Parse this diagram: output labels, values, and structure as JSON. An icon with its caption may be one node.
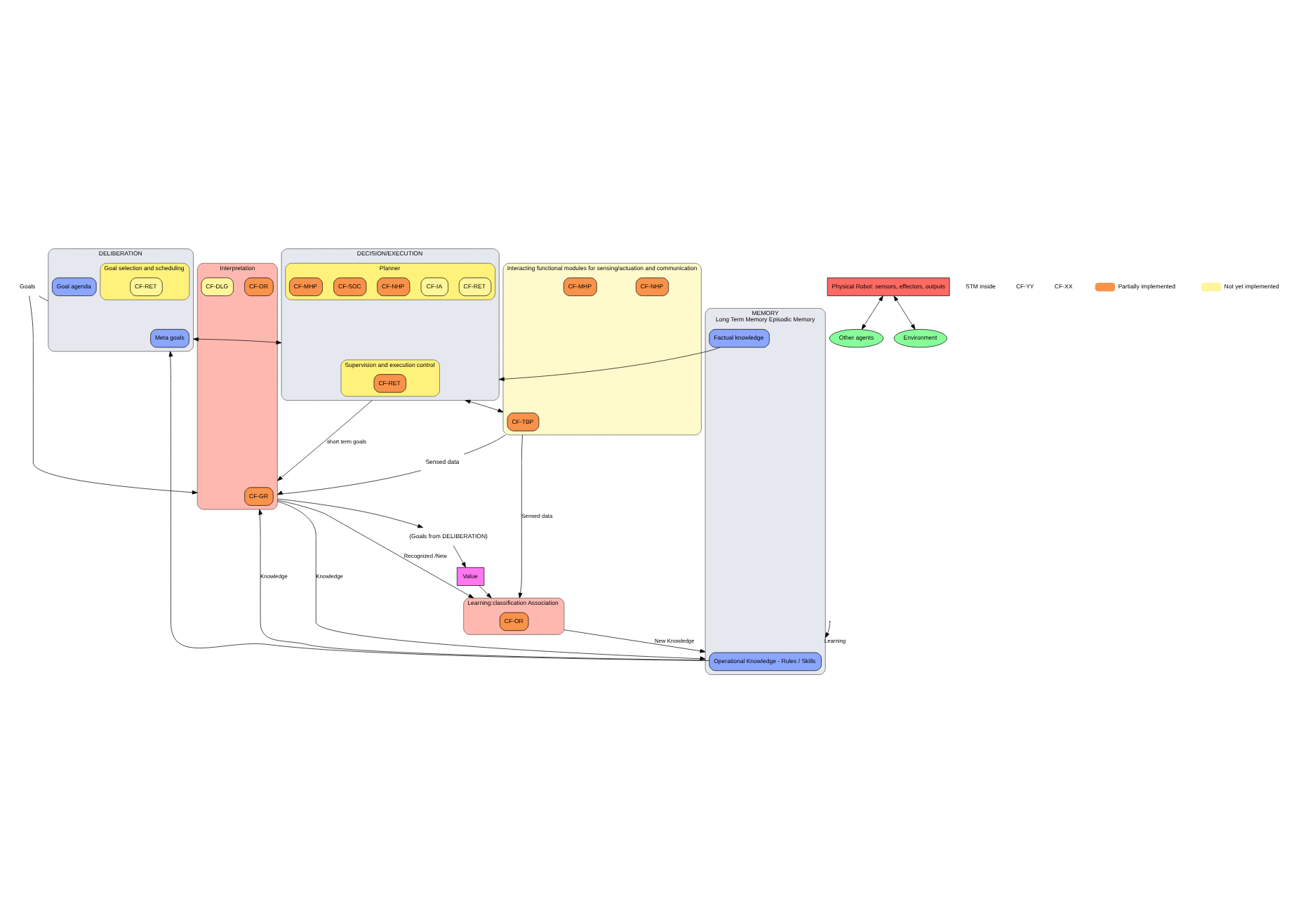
{
  "diagram": {
    "nodes": [
      {
        "text": [
          "Goals"
        ]
      },
      {
        "text": [
          "MEMORY",
          "Long Term Memory Episodic Memory"
        ]
      },
      {
        "text": [
          "Operational Knowledge - Rules / Skills"
        ],
        "in": 1
      },
      {
        "text": [
          "Factual knowledge"
        ],
        "in": 1
      },
      {
        "text": [
          "DELIBERATION"
        ]
      },
      {
        "text": [
          "Meta goals"
        ],
        "in": 4
      },
      {
        "text": [
          "Goal selection and scheduling"
        ],
        "in": 4
      },
      {
        "text": [
          "CF-RET"
        ],
        "in": 6
      },
      {
        "text": [
          "Goal agenda"
        ],
        "in": 4
      },
      {
        "text": [
          "DECISION/EXECUTION"
        ]
      },
      {
        "text": [
          "Supervision and execution control"
        ],
        "in": 9
      },
      {
        "text": [
          "CF-RET"
        ],
        "in": 10
      },
      {
        "text": [
          "Planner"
        ],
        "in": 9
      },
      {
        "text": [
          "CF-RET"
        ],
        "in": 12
      },
      {
        "text": [
          "CF-IA"
        ],
        "in": 12
      },
      {
        "text": [
          "CF-NHP"
        ],
        "in": 12
      },
      {
        "text": [
          "CF-SOC"
        ],
        "in": 12
      },
      {
        "text": [
          "CF-MHP"
        ],
        "in": 12
      },
      {
        "text": [
          "Interpretation"
        ]
      },
      {
        "text": [
          "CF-GR"
        ],
        "in": 18
      },
      {
        "text": [
          "CF-OR"
        ],
        "in": 18
      },
      {
        "text": [
          "CF-DLG"
        ],
        "in": 18
      },
      {
        "text": [
          "Learning:classification Association"
        ]
      },
      {
        "text": [
          "CF-OR"
        ],
        "in": 22
      },
      {
        "text": [
          "Value"
        ]
      },
      {
        "text": [
          "(Goals from DELIBERATION)"
        ]
      },
      {
        "text": [
          "Interacting functional modules for sensing/actuation and communication"
        ]
      },
      {
        "text": [
          "CF-TBP"
        ],
        "in": 26
      },
      {
        "text": [
          "CF-NHP"
        ],
        "in": 26
      },
      {
        "text": [
          "CF-MHP"
        ],
        "in": 26
      },
      {
        "text": [
          "Physical Robot: sensors, effectors, outputs"
        ]
      },
      {
        "text": [
          "Other agents"
        ]
      },
      {
        "text": [
          "Environment"
        ]
      },
      {
        "text": [
          "Sensed data"
        ]
      }
    ],
    "edges": [
      {
        "from": 0,
        "to": 18,
        "arrow": "to"
      },
      {
        "from": 0,
        "to": 4,
        "arrow": "none"
      },
      {
        "from": 1,
        "to": 18,
        "arrow": "to",
        "label": "Knowledge"
      },
      {
        "from": null,
        "to": 1,
        "arrow": "to",
        "label": "Learning"
      },
      {
        "from": 18,
        "to": 1,
        "arrow": "to",
        "label": "Knowledge"
      },
      {
        "from": 2,
        "to": 4,
        "arrow": "to"
      },
      {
        "from": 3,
        "to": 9,
        "arrow": "to"
      },
      {
        "from": 4,
        "to": 9,
        "arrow": "both"
      },
      {
        "from": 18,
        "to": 22,
        "arrow": "to",
        "label": "Recognized /New"
      },
      {
        "from": 22,
        "to": 1,
        "arrow": "to",
        "label": "New Knowledge"
      },
      {
        "from": 9,
        "to": 18,
        "arrow": "to",
        "label": "short term goals"
      },
      {
        "from": 18,
        "to": 25,
        "arrow": "to"
      },
      {
        "from": 25,
        "to": 24,
        "arrow": "to"
      },
      {
        "from": 24,
        "to": 22,
        "arrow": "to"
      },
      {
        "from": 9,
        "to": 26,
        "arrow": "both"
      },
      {
        "from": 26,
        "to": 22,
        "arrow": "to",
        "label": "Sensed data"
      },
      {
        "from": 26,
        "to": 33,
        "arrow": "none"
      },
      {
        "from": 33,
        "to": 18,
        "arrow": "to"
      },
      {
        "from": 30,
        "to": 31,
        "arrow": "both"
      },
      {
        "from": 30,
        "to": 32,
        "arrow": "both"
      }
    ],
    "labels": [
      "STM inside",
      "CF-YY",
      "CF-XX"
    ],
    "legend": [
      {
        "text": "Partially implemented",
        "color": "#f9924a"
      },
      {
        "text": "Not yet implemented",
        "color": "#fff59a"
      }
    ]
  }
}
